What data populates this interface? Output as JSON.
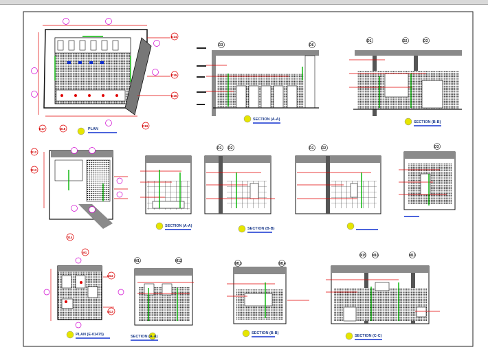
{
  "colors": {
    "line": "#1a1a1a",
    "red": "#e00000",
    "green": "#00b400",
    "magenta": "#d000d0",
    "blue": "#1030d0",
    "yellow": "#e6e600",
    "wall": "#8a8a8a",
    "tile": "#111111"
  },
  "row1": {
    "plan_title": "PLAN",
    "plan_markers": [
      "D14",
      "D15",
      "D16",
      "D17",
      "D18",
      "D19"
    ],
    "section_a_title": "SECTION (A-A)",
    "section_a_markers": [
      "D3",
      "D6"
    ],
    "section_b_title": "SECTION (B-B)",
    "section_b_markers": [
      "D1",
      "D2",
      "D3"
    ]
  },
  "row2": {
    "plan_markers": [
      "D12",
      "D13",
      "D14"
    ],
    "section_a_title": "SECTION (A-A)",
    "section_b_title": "SECTION (B-B)",
    "section_b_markers": [
      "D1",
      "D2"
    ],
    "section_c_markers": [
      "D1",
      "D2"
    ],
    "section_d_markers": [
      "D3"
    ]
  },
  "row3": {
    "plan_title": "PLAN (E-01475)",
    "plan_markers": [
      "M1",
      "M12",
      "M13"
    ],
    "section_a_title": "SECTION (A-A)",
    "section_a_markers": [
      "M1",
      "M12"
    ],
    "section_b_title": "SECTION (B-B)",
    "section_b_markers": [
      "M13",
      "M14"
    ],
    "section_c_title": "SECTION (C-C)",
    "section_c_markers": [
      "M15",
      "M16",
      "M17"
    ]
  }
}
